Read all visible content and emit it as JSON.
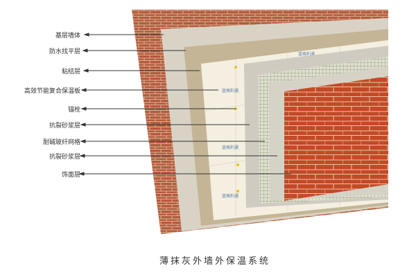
{
  "layers": [
    {
      "label": "基层墙体"
    },
    {
      "label": "防水找平层"
    },
    {
      "label": "粘结层"
    },
    {
      "label": "高效节能复合保温板"
    },
    {
      "label": "锚栓"
    },
    {
      "label": "抗裂砂浆层"
    },
    {
      "label": "耐碱玻纤网格"
    },
    {
      "label": "抗裂砂浆层"
    },
    {
      "label": "饰面层"
    }
  ],
  "board_mark": "蓝格利通",
  "caption": "薄抹灰外墙外保温系统",
  "colors": {
    "brick": "#b0583a",
    "render": "#d8d2c4",
    "adhesive": "#c2b394",
    "board": "#f3eee0",
    "mortar": "#cfcac0",
    "mesh": "#6f9a5a",
    "tile": "#c24a26"
  }
}
